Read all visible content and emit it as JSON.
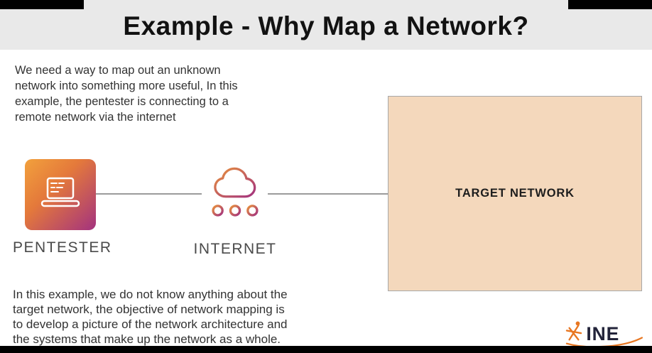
{
  "title": "Example - Why Map a Network?",
  "intro": {
    "lines": [
      "We need a way to map out an unknown",
      "network into something more useful, In this",
      "example, the pentester is connecting to a",
      "remote network via the internet"
    ]
  },
  "diagram": {
    "labels": {
      "pentester": "PENTESTER",
      "internet": "INTERNET",
      "target": "TARGET NETWORK"
    },
    "icons": {
      "pentester": "laptop-icon",
      "internet": "cloud-network-icon"
    }
  },
  "outro": {
    "lines": [
      "In this example, we do not know anything about the",
      "target network, the objective of network mapping is",
      "to develop a picture of the network architecture and",
      "the systems that make up the network as a whole."
    ]
  },
  "logo": {
    "text": "INE",
    "icon": "ine-logo"
  },
  "colors": {
    "gradient_start": "#F2A13C",
    "gradient_end": "#A3327F",
    "target_fill": "#F4D8BC",
    "accent_orange": "#E87722",
    "header_band": "#E9E9E9",
    "connector_gray": "#9B9B9B"
  }
}
